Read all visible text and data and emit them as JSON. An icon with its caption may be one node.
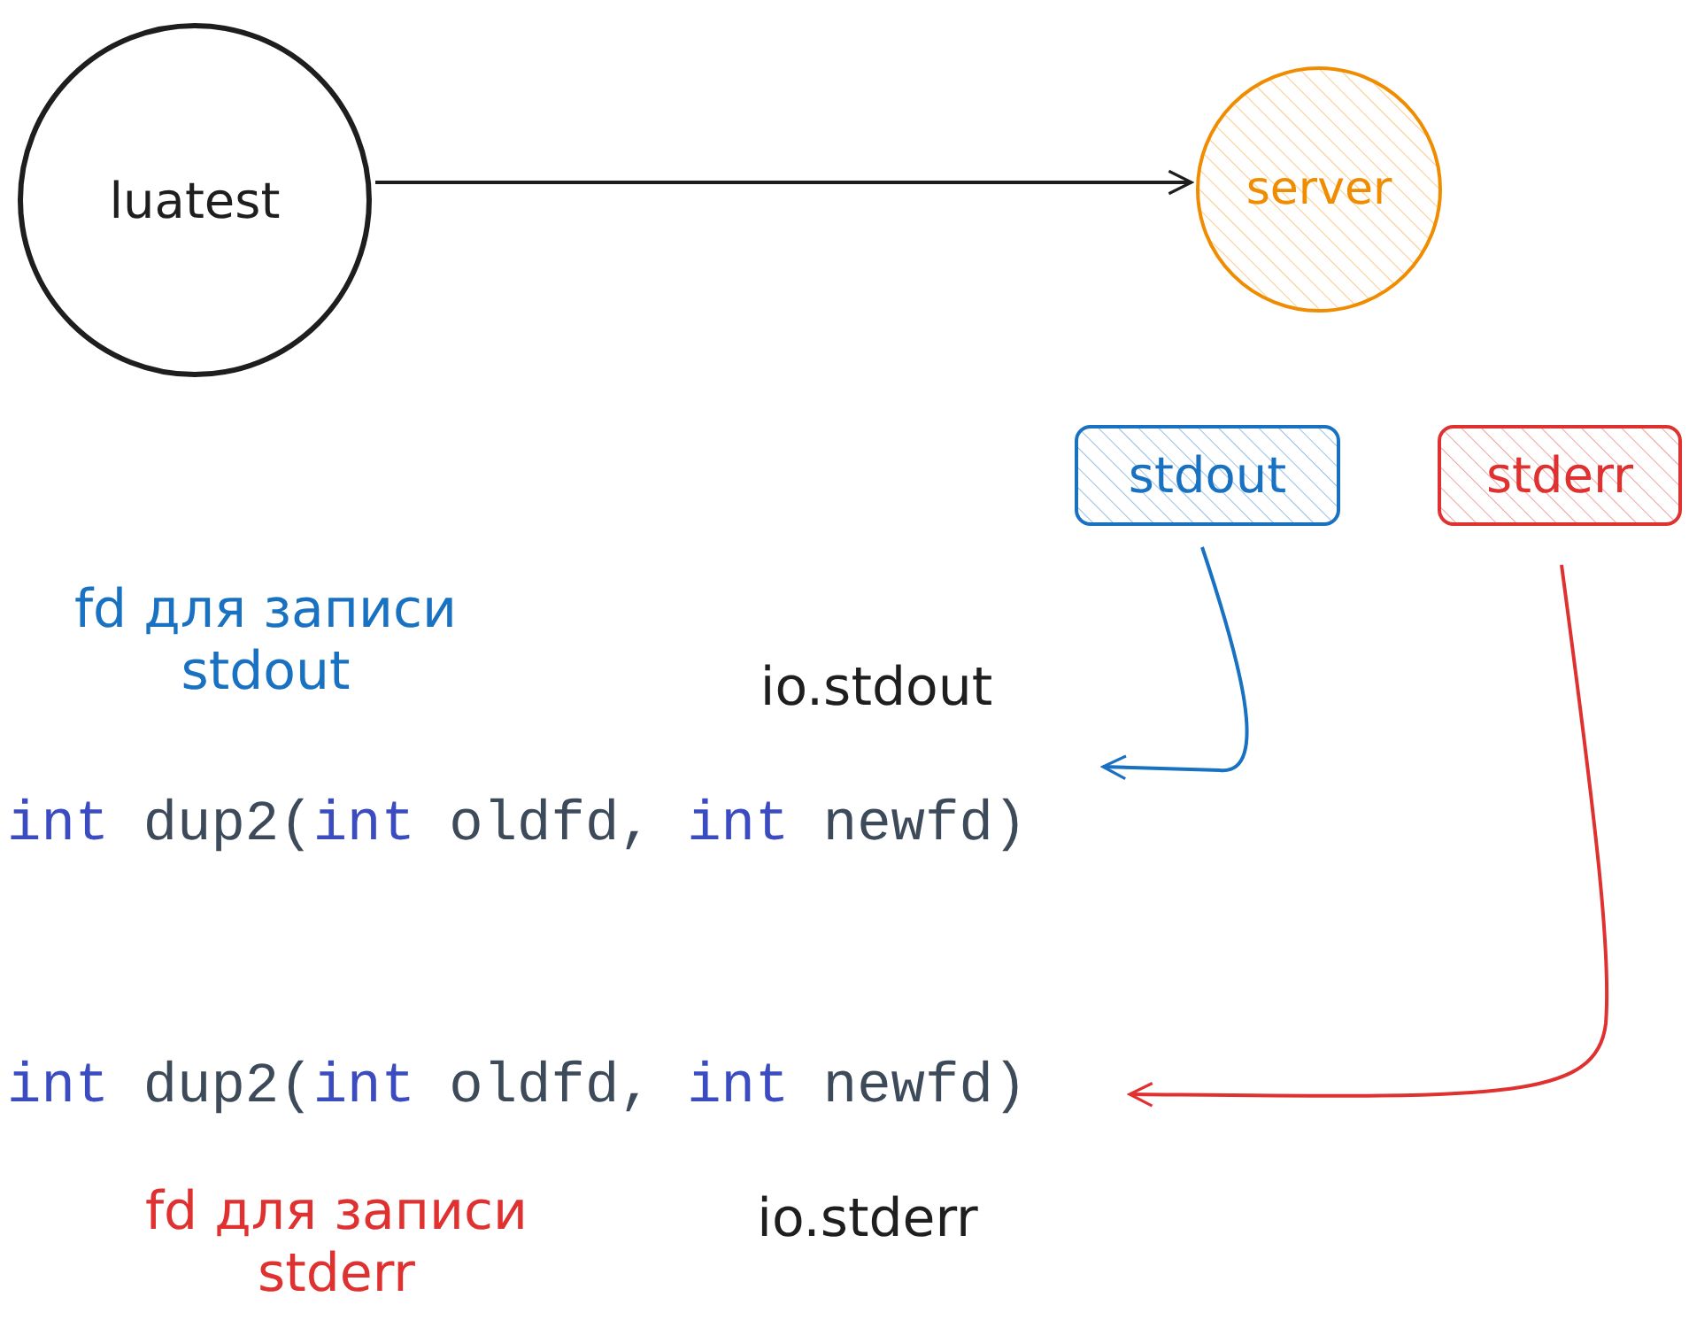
{
  "diagram": {
    "nodes": [
      {
        "text": [
          "luatest"
        ]
      },
      {
        "text": [
          "server"
        ]
      },
      {
        "text": [
          "stdout"
        ]
      },
      {
        "text": [
          "stderr"
        ]
      },
      {
        "text": [
          "int dup2(int oldfd, int newfd)"
        ]
      },
      {
        "text": [
          "int dup2(int oldfd, int newfd)"
        ]
      }
    ],
    "edges": [
      {
        "from": 0,
        "to": 1,
        "arrow": "to"
      },
      {
        "from": 2,
        "to": 4,
        "arrow": "to",
        "color": "#1971c2"
      },
      {
        "from": 3,
        "to": 5,
        "arrow": "to",
        "color": "#e03131"
      }
    ],
    "labels": [
      "fd для записи stdout",
      "io.stdout",
      "fd для записи stderr",
      "io.stderr"
    ]
  }
}
